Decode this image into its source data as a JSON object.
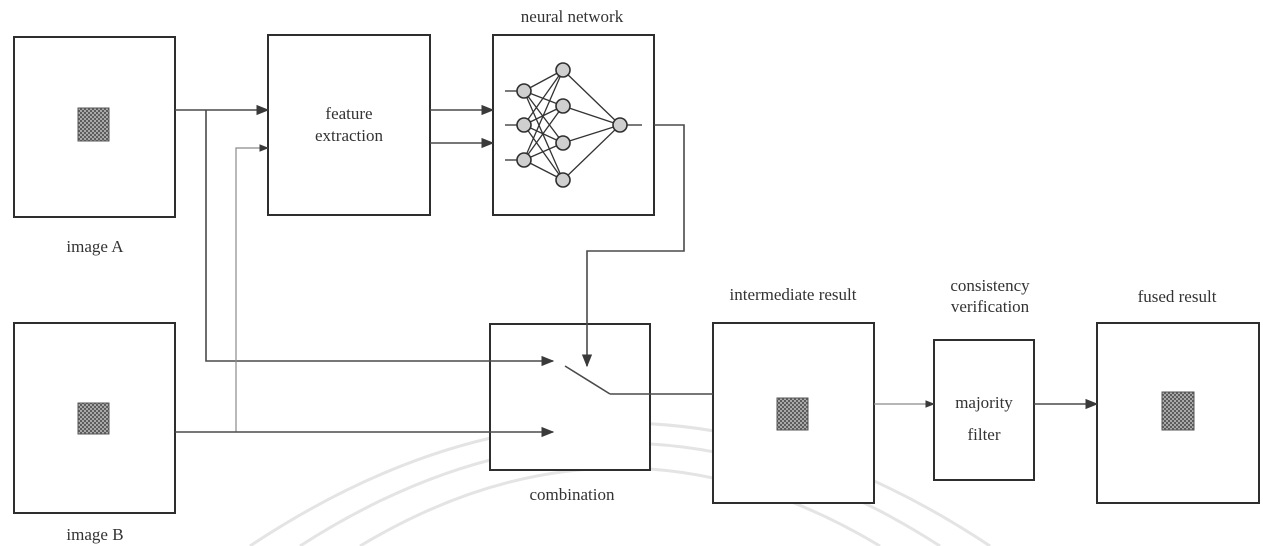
{
  "labels": {
    "neural_network": "neural network",
    "feature_extraction_1": "feature",
    "feature_extraction_2": "extraction",
    "image_a": "image A",
    "image_b": "image B",
    "intermediate_result": "intermediate result",
    "consistency_1": "consistency",
    "consistency_2": "verification",
    "fused_result": "fused result",
    "majority_1": "majority",
    "majority_2": "filter",
    "combination": "combination"
  },
  "colors": {
    "stroke": "#2e2e2e",
    "text": "#333333",
    "patch": "#8c8c8c"
  },
  "icons": {
    "patch": "checkered-patch-icon",
    "node": "neuron-node-icon",
    "arrow": "arrowhead-icon"
  }
}
